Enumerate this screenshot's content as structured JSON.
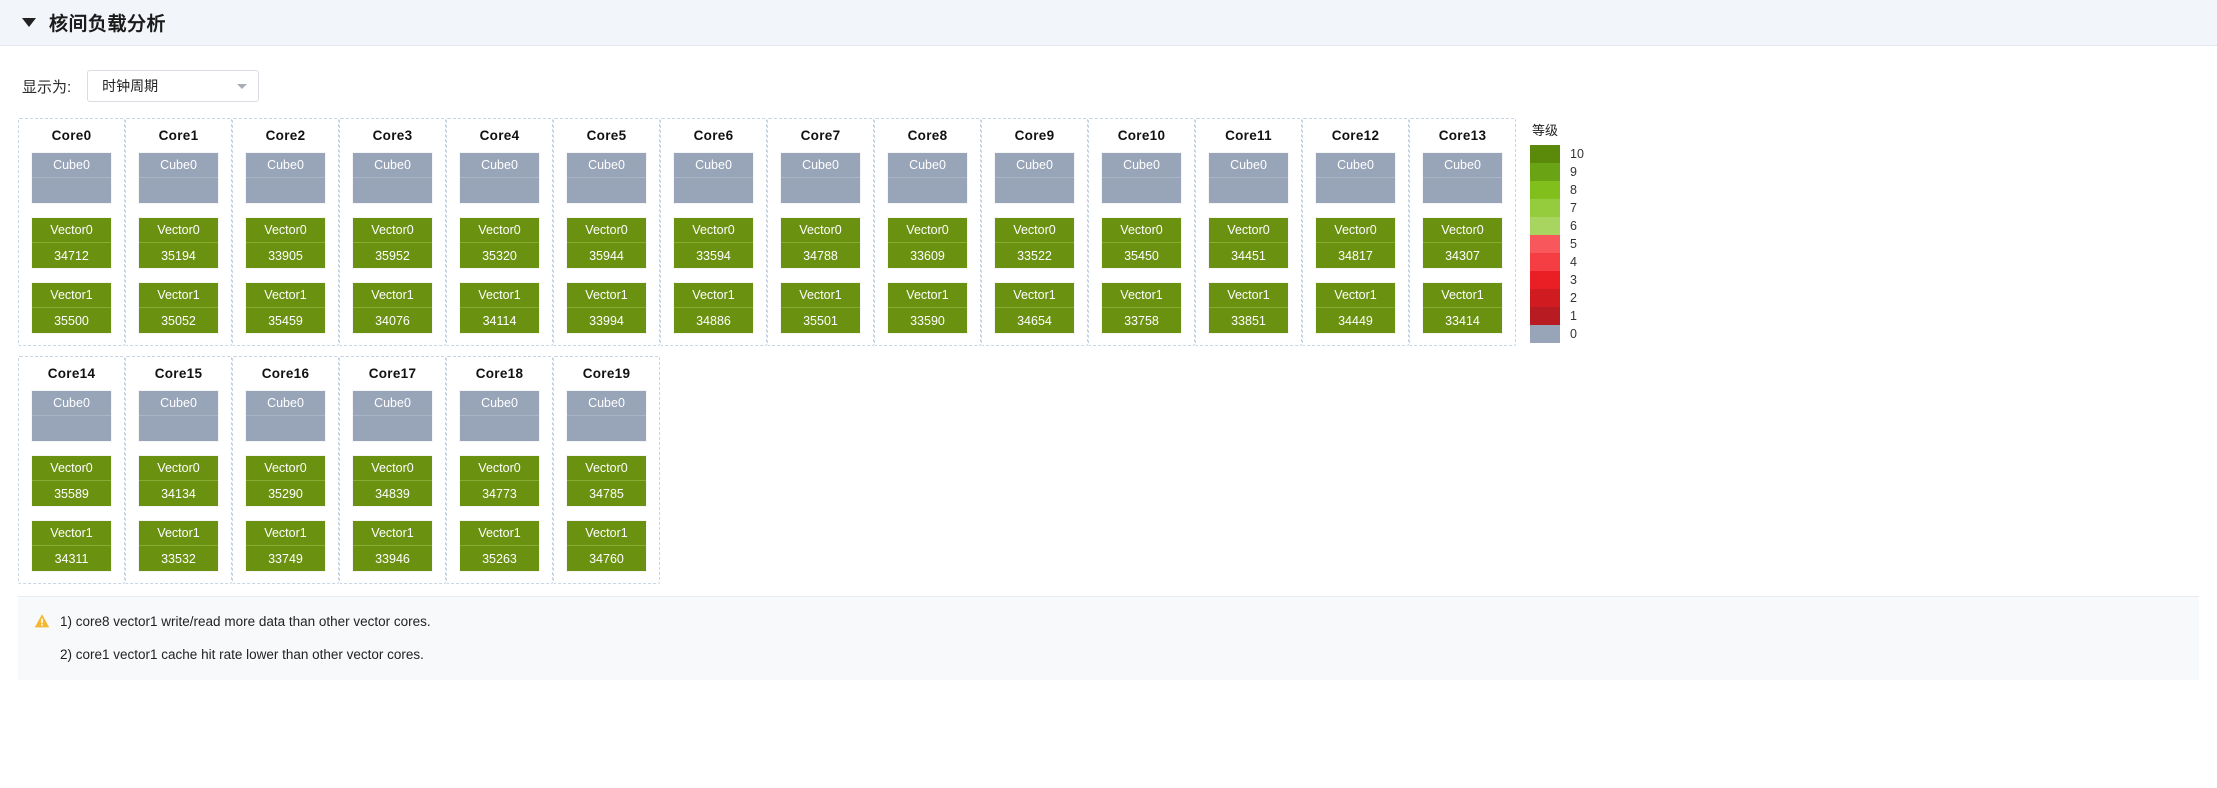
{
  "panel": {
    "title": "核间负载分析",
    "collapse_icon": "caret-down-icon"
  },
  "controls": {
    "display_as_label": "显示为:",
    "display_as_value": "时钟周期",
    "dropdown_icon": "chevron-down-icon"
  },
  "legend": {
    "title": "等级",
    "items": [
      {
        "label": "10",
        "color": "#5b8a0b"
      },
      {
        "label": "9",
        "color": "#6aa314"
      },
      {
        "label": "8",
        "color": "#81c01c"
      },
      {
        "label": "7",
        "color": "#95cc3e"
      },
      {
        "label": "6",
        "color": "#a8d55f"
      },
      {
        "label": "5",
        "color": "#f8585c"
      },
      {
        "label": "4",
        "color": "#f43e43"
      },
      {
        "label": "3",
        "color": "#ea1f26"
      },
      {
        "label": "2",
        "color": "#d01b20"
      },
      {
        "label": "1",
        "color": "#b81c22"
      },
      {
        "label": "0",
        "color": "#98a4b8"
      }
    ]
  },
  "unit_labels": {
    "cube": "Cube0",
    "vector0": "Vector0",
    "vector1": "Vector1"
  },
  "cores": [
    {
      "name": "Core0",
      "cube": "",
      "vector0": "34712",
      "vector1": "35500"
    },
    {
      "name": "Core1",
      "cube": "",
      "vector0": "35194",
      "vector1": "35052"
    },
    {
      "name": "Core2",
      "cube": "",
      "vector0": "33905",
      "vector1": "35459"
    },
    {
      "name": "Core3",
      "cube": "",
      "vector0": "35952",
      "vector1": "34076"
    },
    {
      "name": "Core4",
      "cube": "",
      "vector0": "35320",
      "vector1": "34114"
    },
    {
      "name": "Core5",
      "cube": "",
      "vector0": "35944",
      "vector1": "33994"
    },
    {
      "name": "Core6",
      "cube": "",
      "vector0": "33594",
      "vector1": "34886"
    },
    {
      "name": "Core7",
      "cube": "",
      "vector0": "34788",
      "vector1": "35501"
    },
    {
      "name": "Core8",
      "cube": "",
      "vector0": "33609",
      "vector1": "33590"
    },
    {
      "name": "Core9",
      "cube": "",
      "vector0": "33522",
      "vector1": "34654"
    },
    {
      "name": "Core10",
      "cube": "",
      "vector0": "35450",
      "vector1": "33758"
    },
    {
      "name": "Core11",
      "cube": "",
      "vector0": "34451",
      "vector1": "33851"
    },
    {
      "name": "Core12",
      "cube": "",
      "vector0": "34817",
      "vector1": "34449"
    },
    {
      "name": "Core13",
      "cube": "",
      "vector0": "34307",
      "vector1": "33414"
    },
    {
      "name": "Core14",
      "cube": "",
      "vector0": "35589",
      "vector1": "34311"
    },
    {
      "name": "Core15",
      "cube": "",
      "vector0": "34134",
      "vector1": "33532"
    },
    {
      "name": "Core16",
      "cube": "",
      "vector0": "35290",
      "vector1": "33749"
    },
    {
      "name": "Core17",
      "cube": "",
      "vector0": "34839",
      "vector1": "33946"
    },
    {
      "name": "Core18",
      "cube": "",
      "vector0": "34773",
      "vector1": "35263"
    },
    {
      "name": "Core19",
      "cube": "",
      "vector0": "34785",
      "vector1": "34760"
    }
  ],
  "rows": [
    14,
    6
  ],
  "notes": [
    {
      "icon": "warning-icon",
      "text": "1) core8 vector1 write/read more data than other vector cores."
    },
    {
      "icon": "",
      "text": "2) core1 vector1 cache hit rate lower than other vector cores."
    }
  ],
  "colors": {
    "header_bg": "#f2f5f9",
    "cube_fill": "#98a4b8",
    "vector_fill": "#6b9111",
    "card_border": "#c9d6e2",
    "warning": "#f5b731"
  }
}
